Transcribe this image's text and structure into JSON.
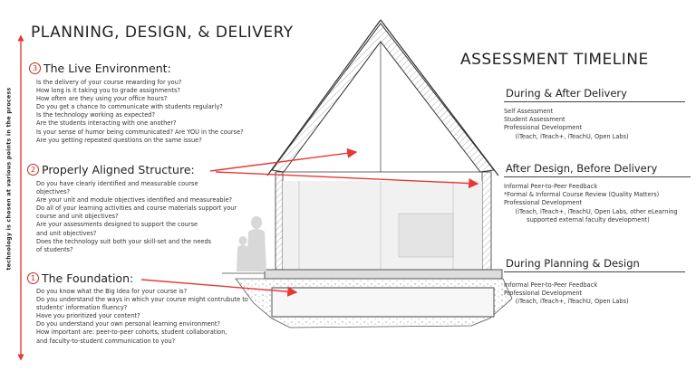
{
  "title": "PLANNING, DESIGN, & DELIVERY",
  "timeline_title": "ASSESSMENT TIMELINE",
  "side_label": "technology is chosen at various points in the process",
  "sections": [
    {
      "number": "3",
      "heading": "The Live Environment:",
      "questions": [
        "Is the delivery of your course rewarding for you?",
        "How long is it taking you to grade assignments?",
        "How often are they using your office hours?",
        "Do you get a chance to communicate with students regularly?",
        "Is the technology working as expected?",
        "Are the students interacting with one another?",
        "Is your sense of humor being communicated? Are YOU in the course?",
        "Are you getting repeated questions on the same issue?"
      ]
    },
    {
      "number": "2",
      "heading": "Properly Aligned Structure:",
      "questions": [
        "Do you have clearly identified and measurable course",
        "objectives?",
        "Are your unit and module objectives identified and measureable?",
        "Do all of your learning activities and course materials support your",
        "course and unit objectives?",
        "Are your assessments designed to support the course",
        "and unit objectives?",
        "Does the technology suit both your skill-set and the needs",
        "of students?"
      ]
    },
    {
      "number": "1",
      "heading": "The Foundation:",
      "questions": [
        "Do you know what the Big Idea for your course is?",
        "Do you understand the ways in which your course might contrubute to",
        "students' information fluency?",
        "Have you prioritized your content?",
        "Do you understand your own personal learning environment?",
        "How important are: peer-to-peer cohorts, student collaboration,",
        "and faculty-to-student communication to you?"
      ]
    }
  ],
  "timeline": [
    {
      "heading": "During & After Delivery",
      "items": [
        "Self Assessment",
        "Student Assessment",
        "Professional Development",
        "      (iTeach, iTeach+, iTeachU, Open Labs)"
      ]
    },
    {
      "heading": "After Design, Before Delivery",
      "items": [
        "Informal Peer-to-Peer Feedback",
        "*Formal & Informal Course Review (Quality Matters)",
        "Professional Development",
        "      (iTeach, iTeach+, iTeachU, Open Labs, other eLearning",
        "            supported external faculty development)"
      ]
    },
    {
      "heading": "During Planning & Design",
      "items": [
        "Informal Peer-to-Peer Feedback",
        "Professional Development",
        "      (iTeach, iTeach+, iTeachU, Open Labs)"
      ]
    }
  ],
  "colors": {
    "arrow": "#e53935",
    "line": "#333333",
    "hatch": "#9e9e9e"
  }
}
